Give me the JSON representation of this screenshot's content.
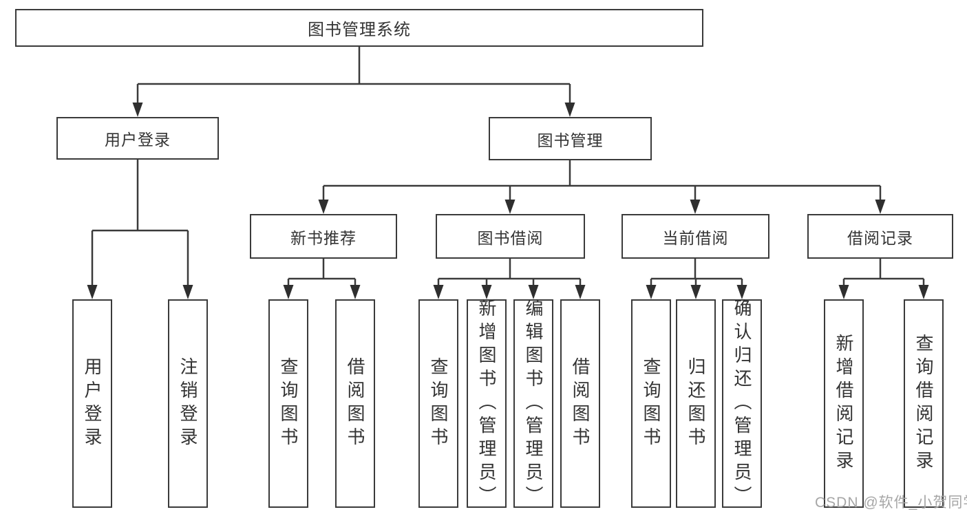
{
  "diagram": {
    "root": "图书管理系统",
    "branches": [
      {
        "label": "用户登录",
        "children": [
          {
            "label": "用户登录"
          },
          {
            "label": "注销登录"
          }
        ]
      },
      {
        "label": "图书管理",
        "children": [
          {
            "label": "新书推荐",
            "children": [
              {
                "label": "查询图书"
              },
              {
                "label": "借阅图书"
              }
            ]
          },
          {
            "label": "图书借阅",
            "children": [
              {
                "label": "查询图书"
              },
              {
                "label": "新增图书（管理员）"
              },
              {
                "label": "编辑图书（管理员）"
              },
              {
                "label": "借阅图书"
              }
            ]
          },
          {
            "label": "当前借阅",
            "children": [
              {
                "label": "查询图书"
              },
              {
                "label": "归还图书"
              },
              {
                "label": "确认归还（管理员）"
              }
            ]
          },
          {
            "label": "借阅记录",
            "children": [
              {
                "label": "新增借阅记录"
              },
              {
                "label": "查询借阅记录"
              }
            ]
          }
        ]
      }
    ]
  },
  "watermark": "CSDN @软件_小贺同学",
  "colors": {
    "line": "#3a3a3a",
    "text": "#333333",
    "watermark": "#a6a6a6",
    "background": "#ffffff"
  }
}
